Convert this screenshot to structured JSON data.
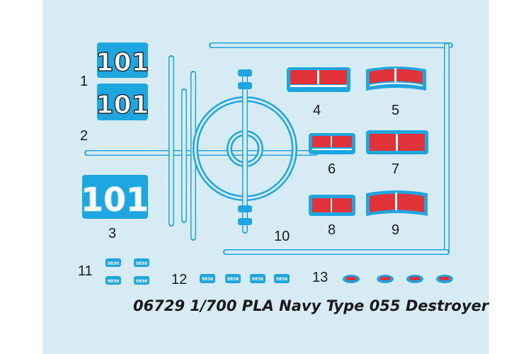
{
  "caption": "06729 1/700 PLA Navy Type 055 Destroyer",
  "hull_number": "101",
  "tiny_number": "9836",
  "part_numbers": [
    "1",
    "2",
    "3",
    "4",
    "5",
    "6",
    "7",
    "8",
    "9",
    "10",
    "11",
    "12",
    "13"
  ],
  "colors": {
    "sheet_bg": "#d6ebf4",
    "decal_blue": "#1da6e0",
    "flag_red": "#e3333a",
    "text_dark": "#1a1a1a"
  }
}
